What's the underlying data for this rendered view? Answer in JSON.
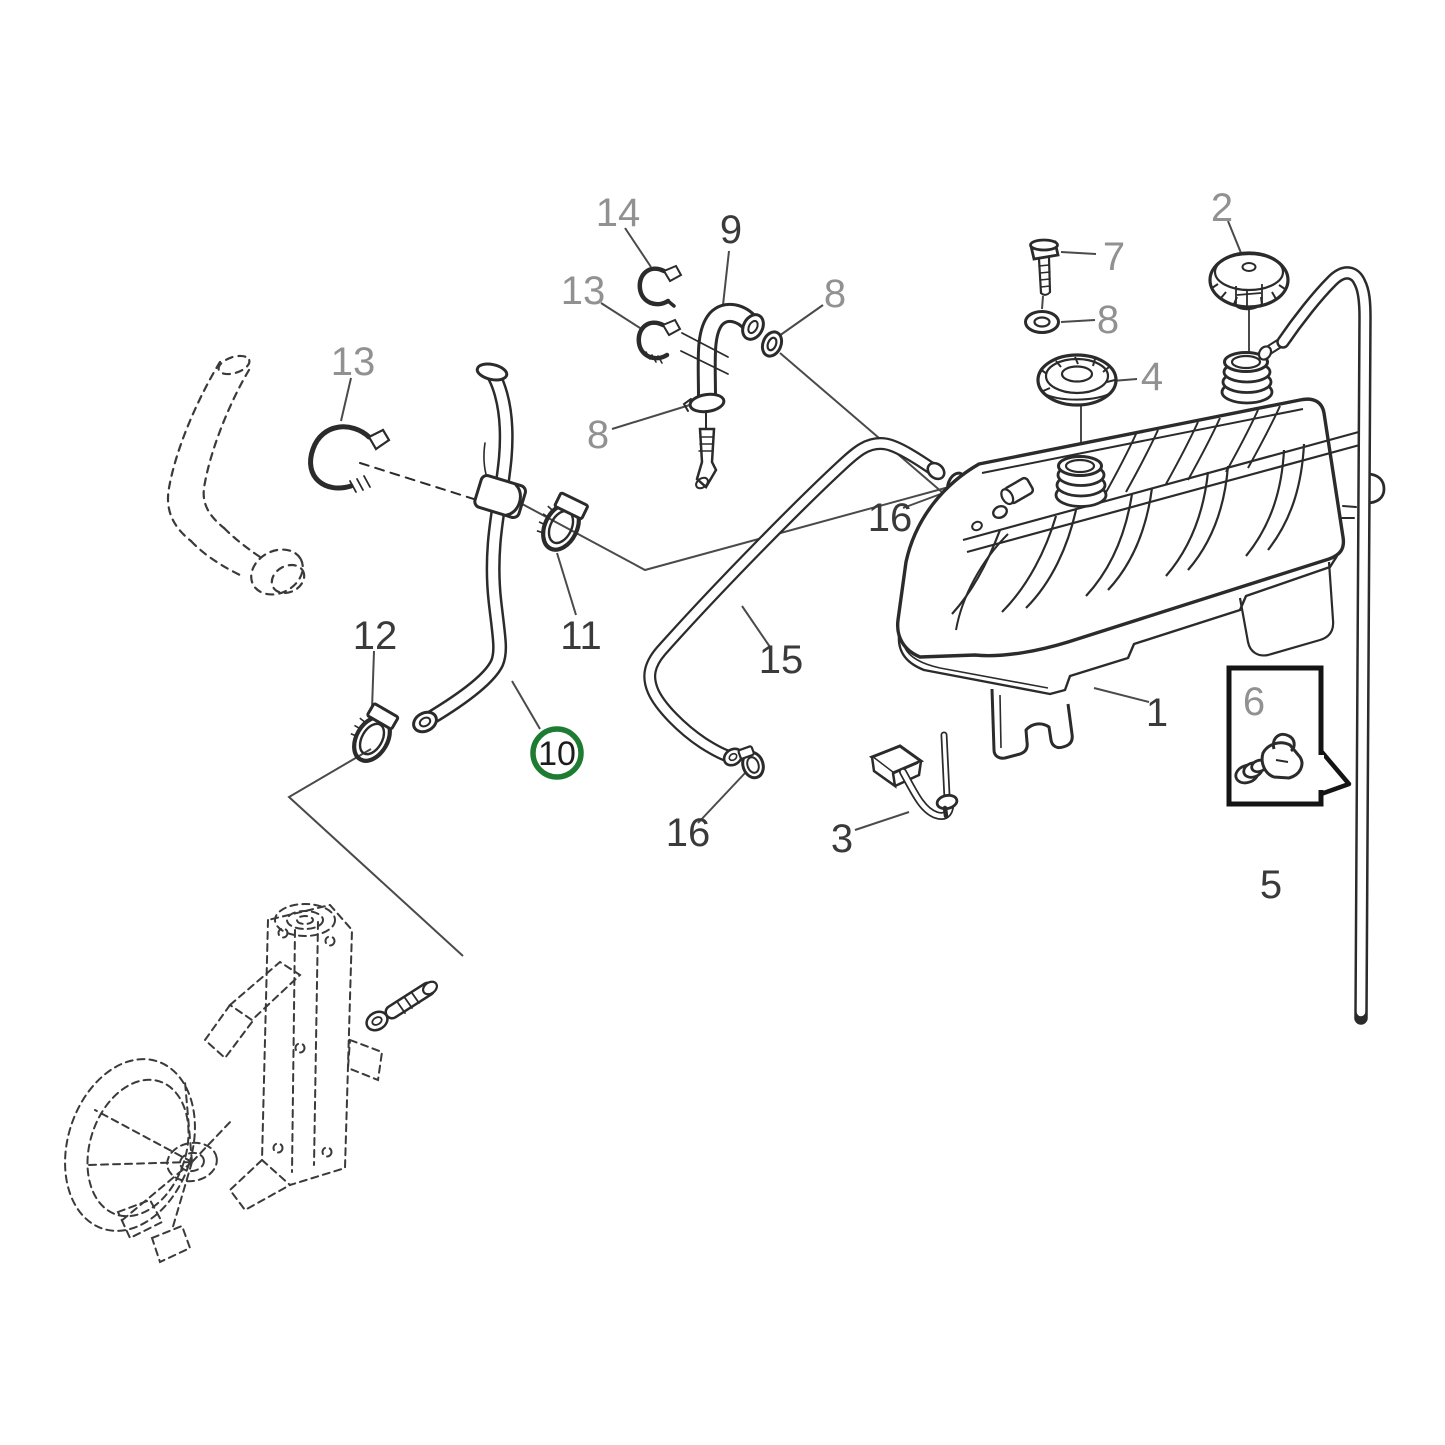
{
  "diagram": {
    "type": "exploded-parts-diagram",
    "subject": "Coolant expansion tank, hoses and fittings",
    "background": "#ffffff",
    "line_color": "#2b2b2b",
    "highlight": {
      "part": "10",
      "color": "#1e7c32"
    },
    "labels": [
      {
        "part": "14",
        "text": "14",
        "color": "#919191"
      },
      {
        "part": "13-upper",
        "text": "13",
        "color": "#919191"
      },
      {
        "part": "9",
        "text": "9",
        "color": "#3a3a3a"
      },
      {
        "part": "8-oring",
        "text": "8",
        "color": "#919191"
      },
      {
        "part": "8-flange",
        "text": "8",
        "color": "#919191"
      },
      {
        "part": "13-left",
        "text": "13",
        "color": "#919191"
      },
      {
        "part": "12",
        "text": "12",
        "color": "#3a3a3a"
      },
      {
        "part": "11",
        "text": "11",
        "color": "#3a3a3a"
      },
      {
        "part": "15",
        "text": "15",
        "color": "#3a3a3a"
      },
      {
        "part": "16-upper",
        "text": "16",
        "color": "#3a3a3a"
      },
      {
        "part": "16-lower",
        "text": "16",
        "color": "#3a3a3a"
      },
      {
        "part": "3",
        "text": "3",
        "color": "#3a3a3a"
      },
      {
        "part": "1",
        "text": "1",
        "color": "#3a3a3a"
      },
      {
        "part": "2",
        "text": "2",
        "color": "#919191"
      },
      {
        "part": "7",
        "text": "7",
        "color": "#919191"
      },
      {
        "part": "8-washer",
        "text": "8",
        "color": "#919191"
      },
      {
        "part": "4",
        "text": "4",
        "color": "#919191"
      },
      {
        "part": "6",
        "text": "6",
        "color": "#919191"
      },
      {
        "part": "5",
        "text": "5",
        "color": "#3a3a3a"
      },
      {
        "part": "10",
        "text": "10",
        "color": "#1c1c1c"
      }
    ]
  }
}
